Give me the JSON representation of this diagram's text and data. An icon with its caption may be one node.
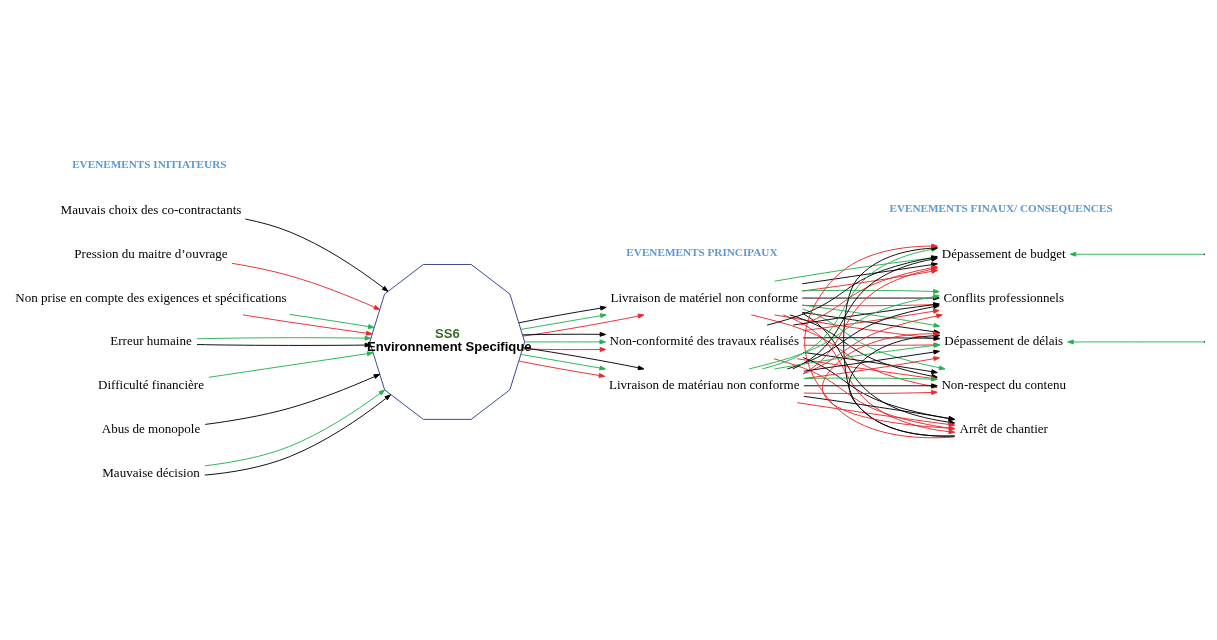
{
  "diagram": {
    "nodes": [
      {
        "text": [
          "Mauvais choix des co-contractants"
        ]
      },
      {
        "text": [
          "Pression du maitre d’ouvrage"
        ]
      },
      {
        "text": [
          "Non prise en compte des exigences et spécifications"
        ]
      },
      {
        "text": [
          "Erreur humaine"
        ]
      },
      {
        "text": [
          "Difficulté financière"
        ]
      },
      {
        "text": [
          "Abus de monopole"
        ]
      },
      {
        "text": [
          "Mauvaise décision"
        ]
      },
      {
        "text": [
          "SS6",
          "Environnement Specifique"
        ]
      },
      {
        "text": [
          "Livraison de matériel non conforme"
        ]
      },
      {
        "text": [
          "Non-conformité des travaux réalisés"
        ]
      },
      {
        "text": [
          "Livraison de matériau non conforme"
        ]
      },
      {
        "text": [
          "Dépassement de budget"
        ]
      },
      {
        "text": [
          "Conflits professionnels"
        ]
      },
      {
        "text": [
          "Dépassement de délais"
        ]
      },
      {
        "text": [
          "Non-respect du contenu"
        ]
      },
      {
        "text": [
          "Arrêt de chantier"
        ]
      }
    ],
    "edges": [
      {
        "from": 0,
        "to": 7,
        "arrow": "to"
      },
      {
        "from": 1,
        "to": 7,
        "arrow": "to",
        "color": "#e8262b"
      },
      {
        "from": 2,
        "to": 7,
        "arrow": "to",
        "color": "#e8262b"
      },
      {
        "from": 2,
        "to": 7,
        "arrow": "to",
        "color": "#22b14c"
      },
      {
        "from": 3,
        "to": 7,
        "arrow": "to"
      },
      {
        "from": 3,
        "to": 7,
        "arrow": "to",
        "color": "#22b14c"
      },
      {
        "from": 4,
        "to": 7,
        "arrow": "to",
        "color": "#22b14c"
      },
      {
        "from": 5,
        "to": 7,
        "arrow": "to"
      },
      {
        "from": 6,
        "to": 7,
        "arrow": "to"
      },
      {
        "from": 6,
        "to": 7,
        "arrow": "to",
        "color": "#22b14c"
      },
      {
        "from": 7,
        "to": 8,
        "arrow": "to",
        "color": "#e8262b"
      },
      {
        "from": 7,
        "to": 8,
        "arrow": "to",
        "color": "#22b14c"
      },
      {
        "from": 7,
        "to": 8,
        "arrow": "to"
      },
      {
        "from": 7,
        "to": 9,
        "arrow": "to",
        "color": "#e8262b"
      },
      {
        "from": 7,
        "to": 9,
        "arrow": "to",
        "color": "#22b14c"
      },
      {
        "from": 7,
        "to": 9,
        "arrow": "to"
      },
      {
        "from": 7,
        "to": 10,
        "arrow": "to",
        "color": "#e8262b"
      },
      {
        "from": 7,
        "to": 10,
        "arrow": "to",
        "color": "#22b14c"
      },
      {
        "from": 7,
        "to": 10,
        "arrow": "to"
      },
      {
        "from": 8,
        "to": 11,
        "arrow": "to",
        "color": "#e8262b"
      },
      {
        "from": 8,
        "to": 12,
        "arrow": "to",
        "color": "#e8262b"
      },
      {
        "from": 8,
        "to": 13,
        "arrow": "to",
        "color": "#e8262b"
      },
      {
        "from": 8,
        "to": 14,
        "arrow": "to",
        "color": "#e8262b"
      },
      {
        "from": 8,
        "to": 15,
        "arrow": "to",
        "color": "#e8262b"
      },
      {
        "from": 8,
        "to": 11,
        "arrow": "to"
      },
      {
        "from": 8,
        "to": 12,
        "arrow": "to"
      },
      {
        "from": 8,
        "to": 13,
        "arrow": "to"
      },
      {
        "from": 8,
        "to": 14,
        "arrow": "to"
      },
      {
        "from": 8,
        "to": 15,
        "arrow": "to"
      },
      {
        "from": 8,
        "to": 11,
        "arrow": "to",
        "color": "#22b14c"
      },
      {
        "from": 8,
        "to": 12,
        "arrow": "to",
        "color": "#22b14c"
      },
      {
        "from": 8,
        "to": 13,
        "arrow": "to",
        "color": "#22b14c"
      },
      {
        "from": 8,
        "to": 14,
        "arrow": "to",
        "color": "#22b14c"
      },
      {
        "from": 9,
        "to": 11,
        "arrow": "to",
        "color": "#e8262b"
      },
      {
        "from": 9,
        "to": 12,
        "arrow": "to",
        "color": "#e8262b"
      },
      {
        "from": 9,
        "to": 13,
        "arrow": "to",
        "color": "#e8262b"
      },
      {
        "from": 9,
        "to": 14,
        "arrow": "to",
        "color": "#e8262b"
      },
      {
        "from": 9,
        "to": 15,
        "arrow": "to",
        "color": "#e8262b"
      },
      {
        "from": 9,
        "to": 11,
        "arrow": "to"
      },
      {
        "from": 9,
        "to": 12,
        "arrow": "to"
      },
      {
        "from": 9,
        "to": 13,
        "arrow": "to"
      },
      {
        "from": 9,
        "to": 14,
        "arrow": "to"
      },
      {
        "from": 9,
        "to": 15,
        "arrow": "to"
      },
      {
        "from": 10,
        "to": 11,
        "arrow": "to",
        "color": "#e8262b"
      },
      {
        "from": 10,
        "to": 12,
        "arrow": "to",
        "color": "#e8262b"
      },
      {
        "from": 10,
        "to": 13,
        "arrow": "to",
        "color": "#e8262b"
      },
      {
        "from": 10,
        "to": 14,
        "arrow": "to",
        "color": "#e8262b"
      },
      {
        "from": 10,
        "to": 15,
        "arrow": "to",
        "color": "#e8262b"
      },
      {
        "from": 10,
        "to": 11,
        "arrow": "to"
      },
      {
        "from": 10,
        "to": 12,
        "arrow": "to"
      },
      {
        "from": 10,
        "to": 13,
        "arrow": "to"
      },
      {
        "from": 10,
        "to": 14,
        "arrow": "to"
      },
      {
        "from": 10,
        "to": 15,
        "arrow": "to"
      },
      {
        "from": 10,
        "to": 11,
        "arrow": "to",
        "color": "#22b14c"
      },
      {
        "from": 10,
        "to": 12,
        "arrow": "to",
        "color": "#22b14c"
      },
      {
        "from": 10,
        "to": 13,
        "arrow": "to",
        "color": "#22b14c"
      },
      {
        "from": 10,
        "to": 14,
        "arrow": "to",
        "color": "#22b14c"
      },
      {
        "from": 15,
        "to": 11,
        "arrow": "to"
      },
      {
        "from": 15,
        "to": 13,
        "arrow": "to"
      },
      {
        "from": 15,
        "to": 11,
        "arrow": "to",
        "color": "#e8262b"
      },
      {
        "from": 15,
        "to": 13,
        "arrow": "to",
        "color": "#e8262b"
      },
      {
        "from": null,
        "to": 11,
        "arrow": "to",
        "color": "#22b14c"
      },
      {
        "from": null,
        "to": 13,
        "arrow": "to",
        "color": "#22b14c"
      }
    ],
    "labels": [
      "EVENEMENTS INITIATEURS",
      "EVENEMENTS PRINCIPAUX",
      "EVENEMENTS FINAUX/ CONSEQUENCES"
    ]
  }
}
